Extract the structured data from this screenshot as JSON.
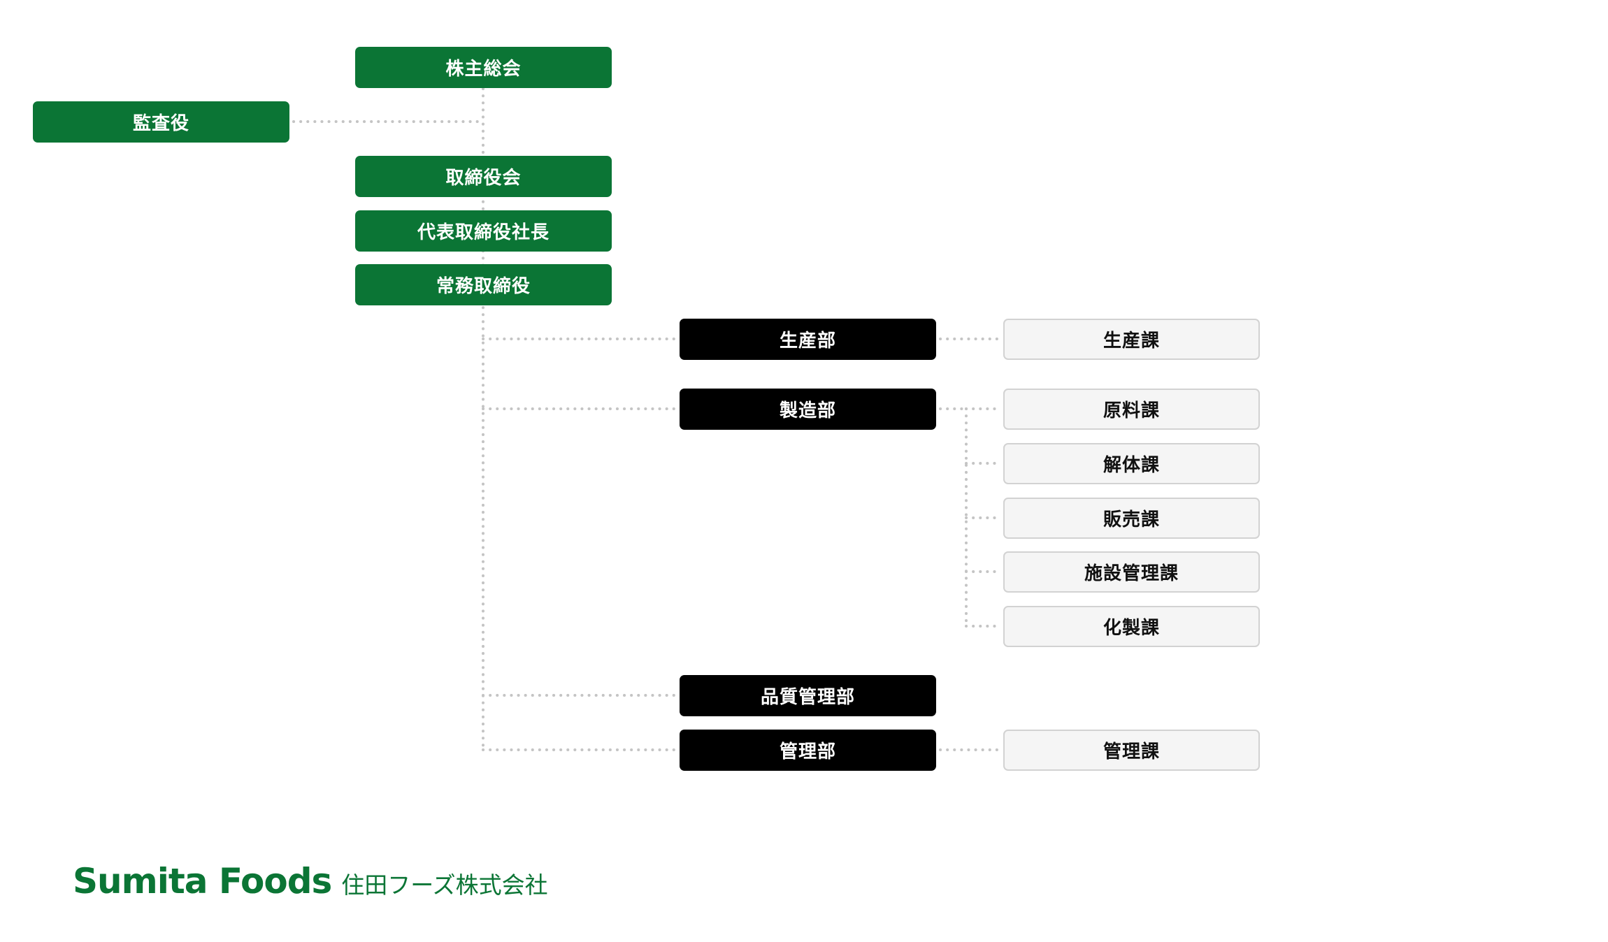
{
  "executive": {
    "shareholders": "株主総会",
    "auditor": "監査役",
    "board": "取締役会",
    "president": "代表取締役社長",
    "managing_director": "常務取締役"
  },
  "departments": {
    "production": {
      "label": "生産部",
      "sections": [
        "生産課"
      ]
    },
    "manufacturing": {
      "label": "製造部",
      "sections": [
        "原料課",
        "解体課",
        "販売課",
        "施設管理課",
        "化製課"
      ]
    },
    "quality": {
      "label": "品質管理部",
      "sections": []
    },
    "management": {
      "label": "管理部",
      "sections": [
        "管理課"
      ]
    }
  },
  "logo": {
    "name_en": "Sumita Foods",
    "name_ja": "住田フーズ株式会社"
  },
  "colors": {
    "green": "#0b7535",
    "black": "#000000",
    "section_bg": "#f5f5f5",
    "connector": "#c4c4c4"
  }
}
